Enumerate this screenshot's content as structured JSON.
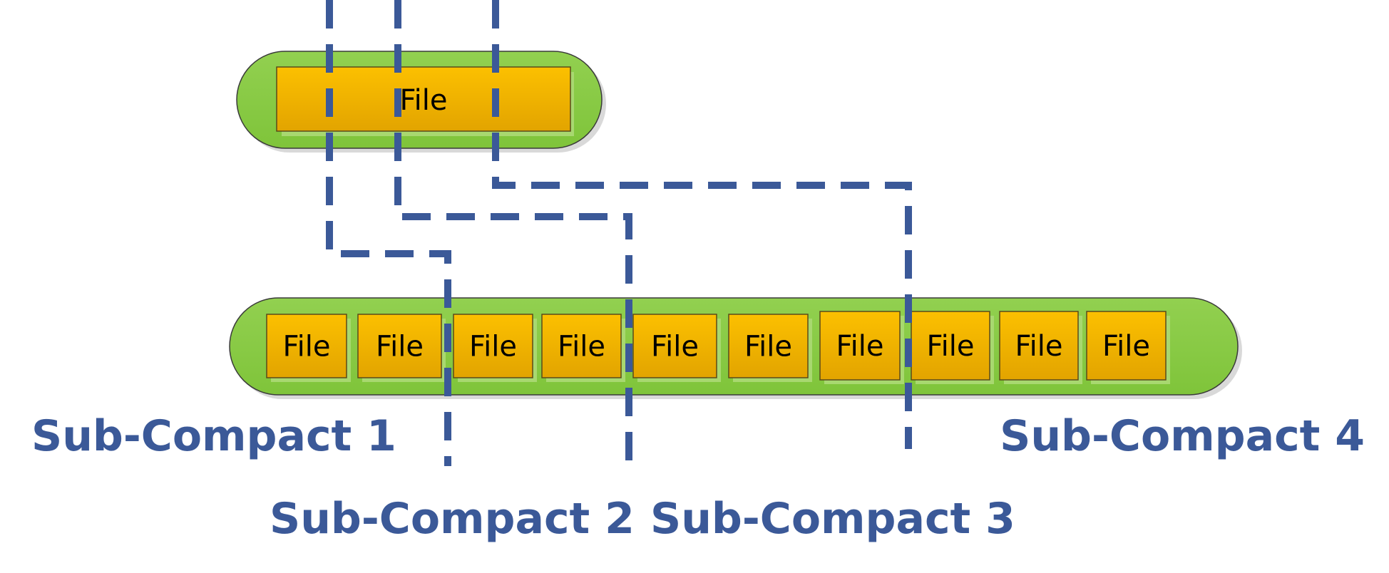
{
  "colors": {
    "container_fill_top": "#92d050",
    "container_fill_bottom": "#7fc43a",
    "container_stroke": "#3a3a3a",
    "file_fill_top": "#fcc000",
    "file_fill_bottom": "#e2a400",
    "file_stroke": "#5a4a1a",
    "dash_line": "#3b5998",
    "label_text": "#3b5998"
  },
  "top_file": {
    "label": "File"
  },
  "bottom_files": [
    {
      "label": "File"
    },
    {
      "label": "File"
    },
    {
      "label": "File"
    },
    {
      "label": "File"
    },
    {
      "label": "File"
    },
    {
      "label": "File"
    },
    {
      "label": "File"
    },
    {
      "label": "File"
    },
    {
      "label": "File"
    },
    {
      "label": "File"
    }
  ],
  "sub_compacts": [
    {
      "label": "Sub-Compact 1"
    },
    {
      "label": "Sub-Compact 2"
    },
    {
      "label": "Sub-Compact 3"
    },
    {
      "label": "Sub-Compact 4"
    }
  ]
}
